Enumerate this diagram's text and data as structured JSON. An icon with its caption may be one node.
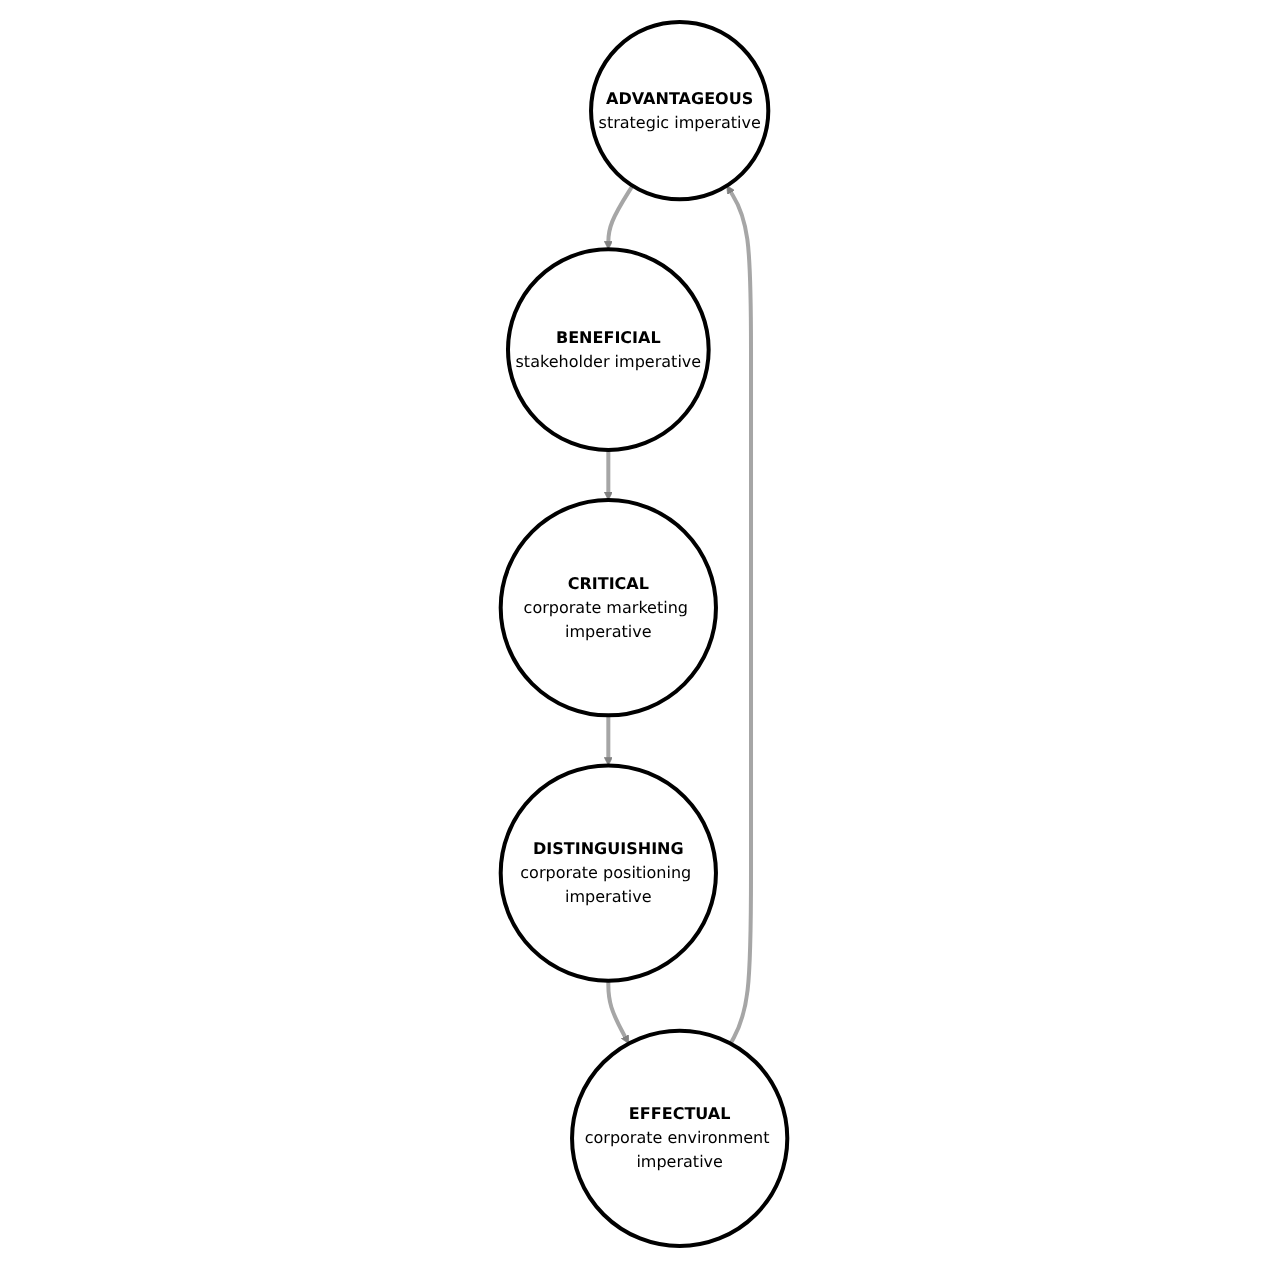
{
  "diagram": {
    "nodes": [
      {
        "text": [
          "ADVANTAGEOUS",
          "strategic imperative"
        ]
      },
      {
        "text": [
          "BENEFICIAL",
          "stakeholder imperative"
        ]
      },
      {
        "text": [
          "CRITICAL",
          "corporate marketing imperative"
        ]
      },
      {
        "text": [
          "DISTINGUISHING",
          "corporate positioning imperative"
        ]
      },
      {
        "text": [
          "EFFECTUAL",
          "corporate environment imperative"
        ]
      }
    ],
    "edges": [
      {
        "from": 0,
        "to": 1,
        "arrow": "to"
      },
      {
        "from": 1,
        "to": 2,
        "arrow": "to"
      },
      {
        "from": 2,
        "to": 3,
        "arrow": "to"
      },
      {
        "from": 3,
        "to": 4,
        "arrow": "to"
      },
      {
        "from": 4,
        "to": 0,
        "arrow": "to"
      }
    ]
  }
}
